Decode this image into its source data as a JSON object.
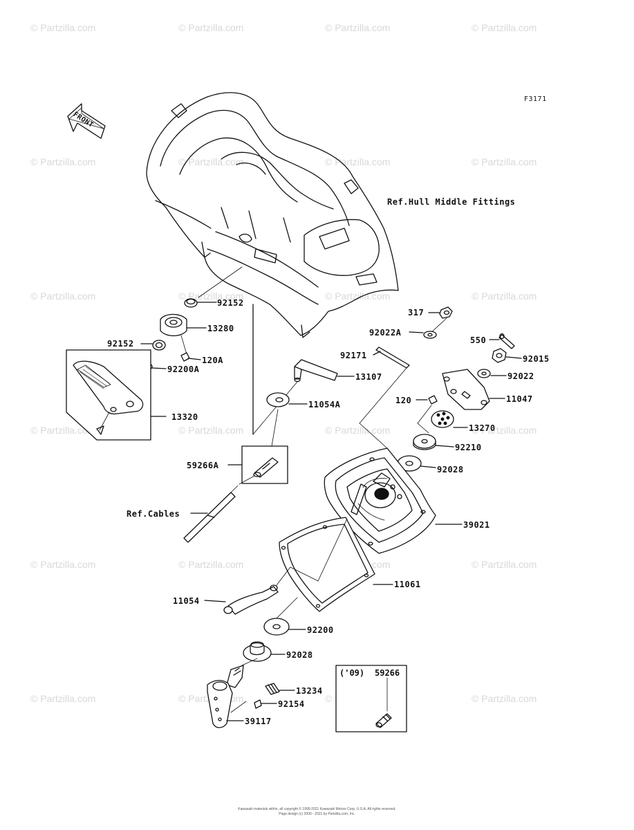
{
  "figure_code": "F3171",
  "front_arrow_label": "FRONT",
  "watermark_text": "© Partzilla.com",
  "copyright_line_1": "Kawasaki materials within, all copyright © 1995-2021 Kawasaki Motors Corp, U.S.A. All rights reserved.",
  "copyright_line_2": "Page design (c) 2000 - 2021 by Partzilla.com, Inc.",
  "parts": [
    {
      "id": "ref_hull",
      "label": "Ref.Hull Middle Fittings"
    },
    {
      "id": "p92152a",
      "label": "92152"
    },
    {
      "id": "p13280",
      "label": "13280"
    },
    {
      "id": "p92152b",
      "label": "92152"
    },
    {
      "id": "p120a",
      "label": "120A"
    },
    {
      "id": "p92200a",
      "label": "92200A"
    },
    {
      "id": "p13320",
      "label": "13320"
    },
    {
      "id": "p13107",
      "label": "13107"
    },
    {
      "id": "p11054a",
      "label": "11054A"
    },
    {
      "id": "p59266a",
      "label": "59266A"
    },
    {
      "id": "ref_cables",
      "label": "Ref.Cables"
    },
    {
      "id": "p317",
      "label": "317"
    },
    {
      "id": "p92022a",
      "label": "92022A"
    },
    {
      "id": "p92171",
      "label": "92171"
    },
    {
      "id": "p550",
      "label": "550"
    },
    {
      "id": "p92015",
      "label": "92015"
    },
    {
      "id": "p92022",
      "label": "92022"
    },
    {
      "id": "p11047",
      "label": "11047"
    },
    {
      "id": "p120",
      "label": "120"
    },
    {
      "id": "p13270",
      "label": "13270"
    },
    {
      "id": "p92210",
      "label": "92210"
    },
    {
      "id": "p92028a",
      "label": "92028"
    },
    {
      "id": "p39021",
      "label": "39021"
    },
    {
      "id": "p11061",
      "label": "11061"
    },
    {
      "id": "p11054",
      "label": "11054"
    },
    {
      "id": "p92200",
      "label": "92200"
    },
    {
      "id": "p92028b",
      "label": "92028"
    },
    {
      "id": "p13234",
      "label": "13234"
    },
    {
      "id": "p92154",
      "label": "92154"
    },
    {
      "id": "p39117",
      "label": "39117"
    }
  ],
  "inset": {
    "year_label": "('09)",
    "part_label": "59266"
  },
  "colors": {
    "line": "#111111",
    "watermark": "#d8d8d8",
    "background": "#ffffff"
  }
}
